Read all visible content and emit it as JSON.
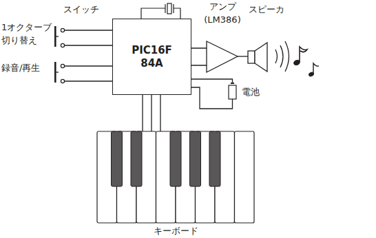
{
  "diagram": {
    "nodes": [
      {
        "text": [
          "1オクターブ 切り替え"
        ]
      },
      {
        "text": [
          "録音/再生"
        ]
      },
      {
        "text": [
          "PIC16F 84A"
        ]
      },
      {
        "text": [
          "アンプ (LM386)"
        ]
      },
      {
        "text": [
          "スピーカ"
        ]
      },
      {
        "text": [
          "電池"
        ]
      },
      {
        "text": [
          "キーボード"
        ]
      }
    ],
    "edges": [
      {
        "from": 0,
        "to": 2,
        "arrow": "none"
      },
      {
        "from": 1,
        "to": 2,
        "arrow": "none"
      },
      {
        "from": 2,
        "to": 3,
        "arrow": "none"
      },
      {
        "from": 3,
        "to": 4,
        "arrow": "none"
      },
      {
        "from": 2,
        "to": 5,
        "arrow": "none"
      },
      {
        "from": 2,
        "to": 6,
        "arrow": "none"
      }
    ],
    "labels": [
      "スイッチ"
    ]
  }
}
